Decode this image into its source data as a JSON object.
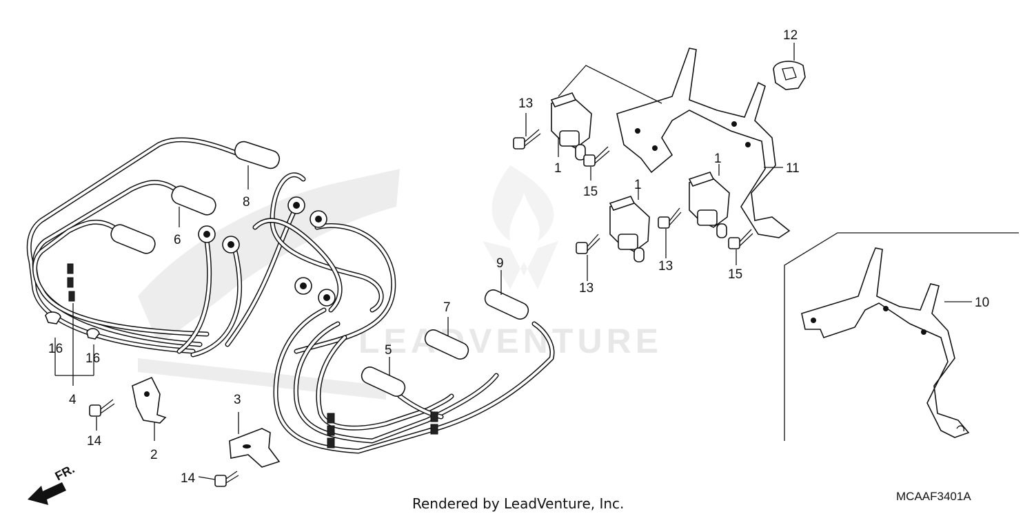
{
  "callouts": {
    "c1a": "1",
    "c1b": "1",
    "c1c": "1",
    "c2": "2",
    "c3": "3",
    "c4": "4",
    "c5": "5",
    "c6": "6",
    "c7": "7",
    "c8": "8",
    "c9": "9",
    "c10": "10",
    "c11": "11",
    "c12": "12",
    "c13a": "13",
    "c13b": "13",
    "c13c": "13",
    "c14a": "14",
    "c14b": "14",
    "c15a": "15",
    "c15b": "15",
    "c16a": "16",
    "c16b": "16"
  },
  "direction_label": "FR.",
  "watermark": "LEADVENTURE",
  "footer": "Rendered by LeadVenture, Inc.",
  "diagram_code": "MCAAF3401A"
}
